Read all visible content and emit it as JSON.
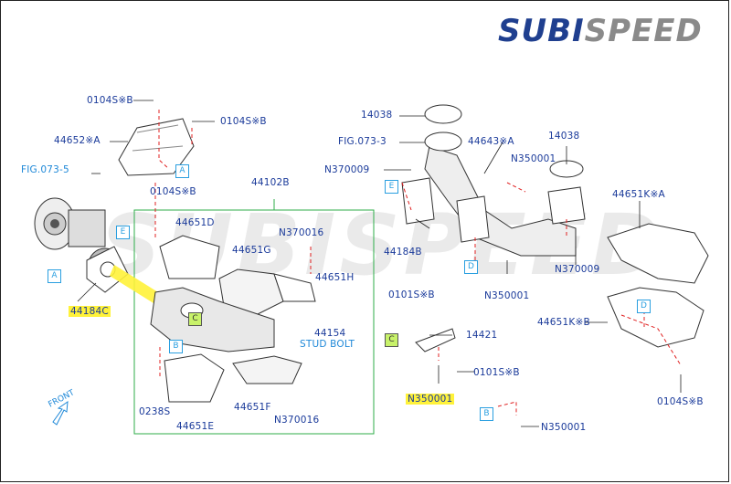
{
  "logo": {
    "prefix": "SUBI",
    "suffix": "SPEED"
  },
  "watermark": "SUBISPEED",
  "front_label": "FRONT",
  "parts": {
    "p0104s_b_1": "0104S※B",
    "p0104s_b_2": "0104S※B",
    "p0104s_b_3": "0104S※B",
    "p44652a": "44652※A",
    "fig0735": "FIG.073-5",
    "p44102b": "44102B",
    "p44651d": "44651D",
    "p44651g": "44651G",
    "n370016_1": "N370016",
    "p44651h": "44651H",
    "p44184c": "44184C",
    "p44154": "44154",
    "stud_bolt": "STUD BOLT",
    "p0238s": "0238S",
    "p44651f": "44651F",
    "n370016_2": "N370016",
    "p44651e": "44651E",
    "p14038_1": "14038",
    "fig0733": "FIG.073-3",
    "p44643a": "44643※A",
    "n370009_1": "N370009",
    "n350001_1": "N350001",
    "p14038_2": "14038",
    "p44651ka": "44651K※A",
    "p44184b": "44184B",
    "n350001_2": "N350001",
    "n370009_2": "N370009",
    "p0101sb_1": "0101S※B",
    "p14421": "14421",
    "p0101sb_2": "0101S※B",
    "n350001_3": "N350001",
    "p44651kb": "44651K※B",
    "p0104sb_4": "0104S※B",
    "n350001_4": "N350001"
  },
  "markers": {
    "a1": "A",
    "a2": "A",
    "e1": "E",
    "e2": "E",
    "c1": "C",
    "c2": "C",
    "b1": "B",
    "b2": "B",
    "d1": "D",
    "d2": "D"
  }
}
